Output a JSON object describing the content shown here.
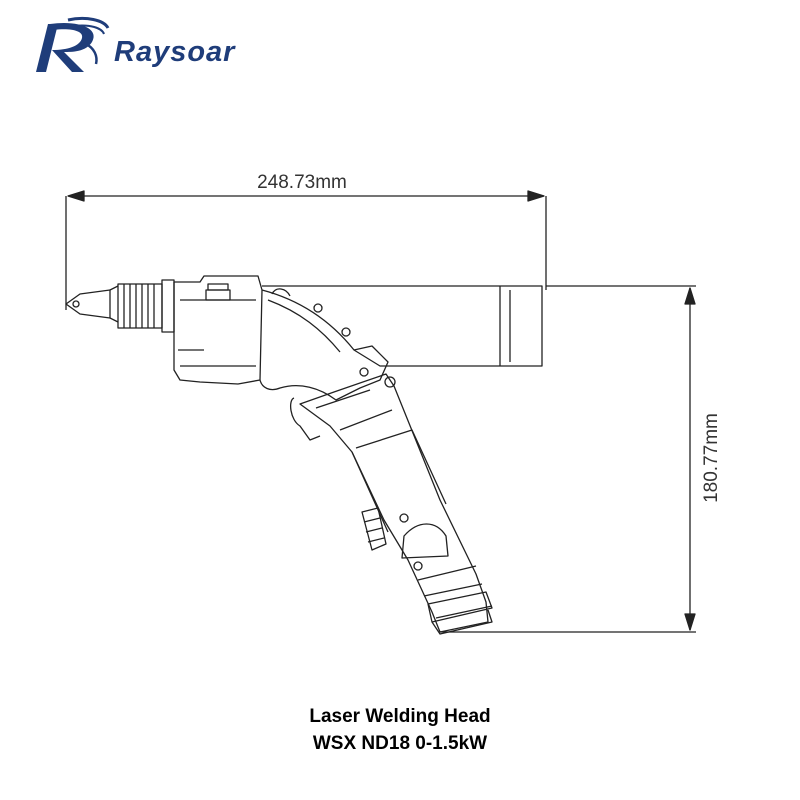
{
  "brand": {
    "name": "Raysoar",
    "color": "#1f3d7a",
    "logo_icon": "stylized-r-swoosh-icon"
  },
  "drawing": {
    "width_dimension": "248.73mm",
    "height_dimension": "180.77mm",
    "line_color": "#222222"
  },
  "caption": {
    "line1": "Laser Welding Head",
    "line2": "WSX ND18 0-1.5kW"
  }
}
